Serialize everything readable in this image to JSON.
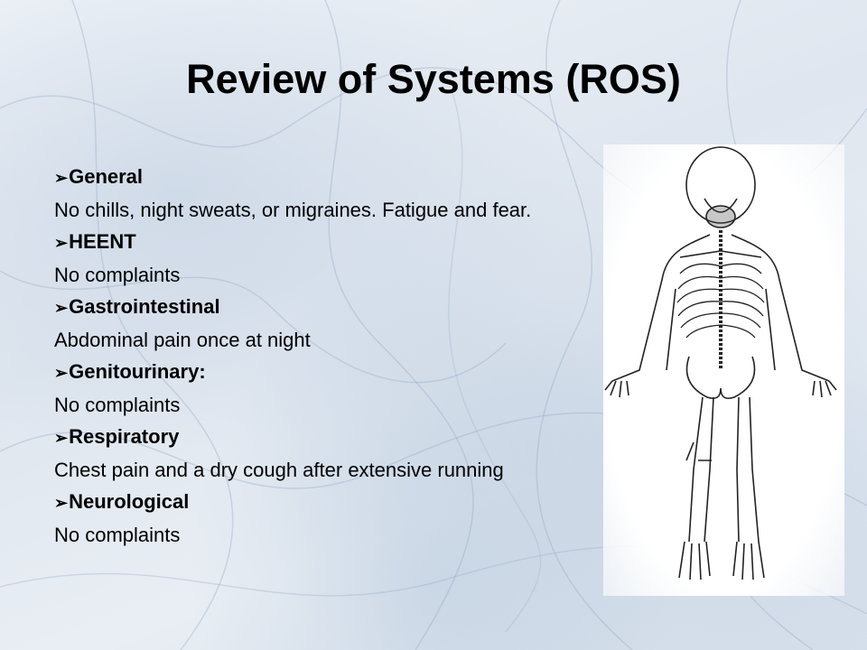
{
  "slide": {
    "title": "Review of Systems (ROS)",
    "sections": [
      {
        "heading": "General",
        "body": "No chills, night sweats, or migraines. Fatigue and fear."
      },
      {
        "heading": "HEENT",
        "body": "No complaints"
      },
      {
        "heading": "Gastrointestinal",
        "body": "Abdominal pain once at night"
      },
      {
        "heading": "Genitourinary:",
        "body": "No complaints"
      },
      {
        "heading": "Respiratory",
        "body": "Chest pain and a dry cough after extensive running"
      },
      {
        "heading": "Neurological",
        "body": "No complaints"
      }
    ],
    "bullet_icon": "arrowhead-bullet-icon",
    "image": "child-skeleton-illustration"
  }
}
